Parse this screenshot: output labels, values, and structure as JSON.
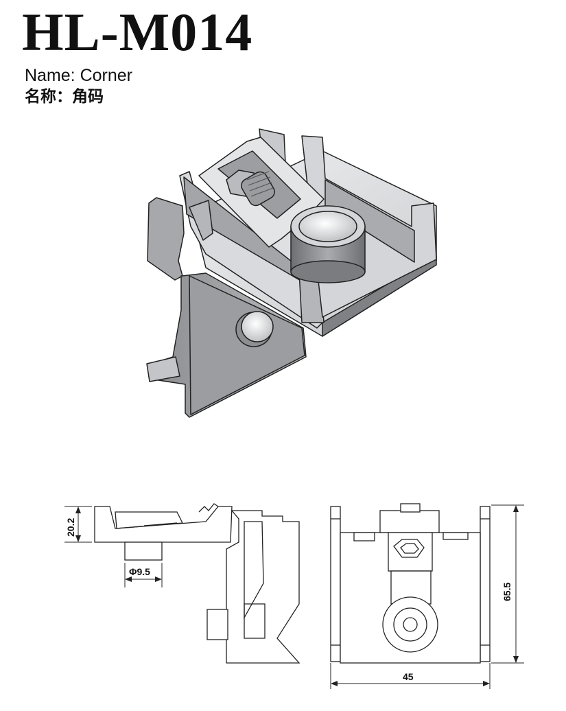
{
  "title": "HL-M014",
  "name_en": "Name: Corner",
  "name_cn": "名称：角码",
  "dimensions": {
    "height_left": "20.2",
    "diameter": "Φ9.5",
    "width": "45",
    "height_right": "65.5"
  }
}
